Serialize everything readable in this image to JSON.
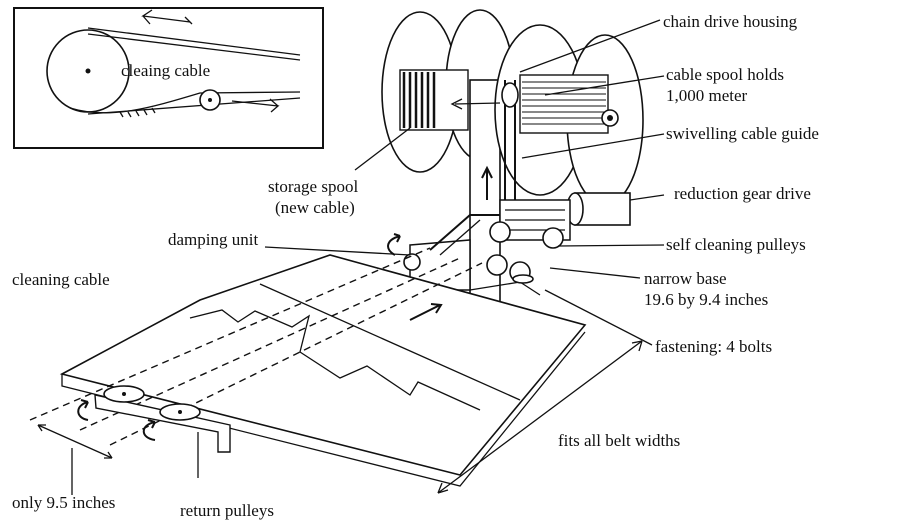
{
  "labels": {
    "inset_cable": "cleaing cable",
    "chain_drive": "chain drive housing",
    "spool_holds_1": "cable spool holds",
    "spool_holds_2": "1,000 meter",
    "swivel_guide": "swivelling cable guide",
    "storage_spool_1": "storage spool",
    "storage_spool_2": "(new cable)",
    "reduction_gear": "reduction gear drive",
    "damping_unit": "damping unit",
    "self_cleaning": "self cleaning pulleys",
    "cleaning_cable": "cleaning cable",
    "narrow_base_1": "narrow base",
    "narrow_base_2": "19.6 by 9.4 inches",
    "fastening": "fastening: 4 bolts",
    "belt_widths": "fits all belt widths",
    "only_width": "only 9.5 inches",
    "return_pulleys": "return pulleys"
  }
}
